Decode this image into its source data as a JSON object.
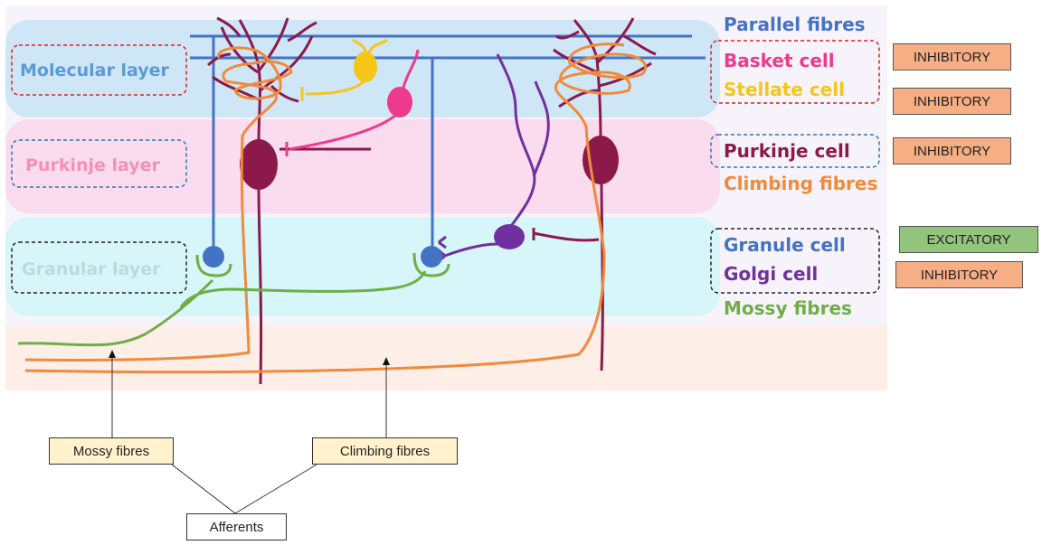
{
  "layers": {
    "molecular": "Molecular layer",
    "purkinje": "Purkinje layer",
    "granular": "Granular layer"
  },
  "cell_labels": {
    "parallel_fibres": "Parallel fibres",
    "basket_cell": "Basket cell",
    "stellate_cell": "Stellate cell",
    "purkinje_cell": "Purkinje cell",
    "climbing_fibres": "Climbing fibres",
    "granule_cell": "Granule cell",
    "golgi_cell": "Golgi cell",
    "mossy_fibres": "Mossy fibres"
  },
  "tags": {
    "basket": "INHIBITORY",
    "stellate": "INHIBITORY",
    "purkinje": "INHIBITORY",
    "granule": "EXCITATORY",
    "golgi": "INHIBITORY"
  },
  "annotations": {
    "mossy_fibres": "Mossy fibres",
    "climbing_fibres": "Climbing fibres",
    "afferents": "Afferents"
  },
  "colors": {
    "molecular_band": "#cfe6f7",
    "purkinje_band": "#fbdcef",
    "granular_band": "#d6f6f9",
    "bottom_band": "#fdeee8",
    "parallel_fibre": "#4472c4",
    "basket": "#ee3a8c",
    "stellate": "#f5c518",
    "purkinje": "#8b1a4a",
    "climbing": "#f08a3c",
    "granule": "#4472c4",
    "golgi": "#7030a0",
    "mossy": "#70ad47",
    "molecular_text": "#5b9bd5",
    "purkinje_text": "#f48fb8",
    "granular_text": "#b8dcd9",
    "inhibitory_tag": "#f6ae84",
    "excitatory_tag": "#93c47d"
  }
}
